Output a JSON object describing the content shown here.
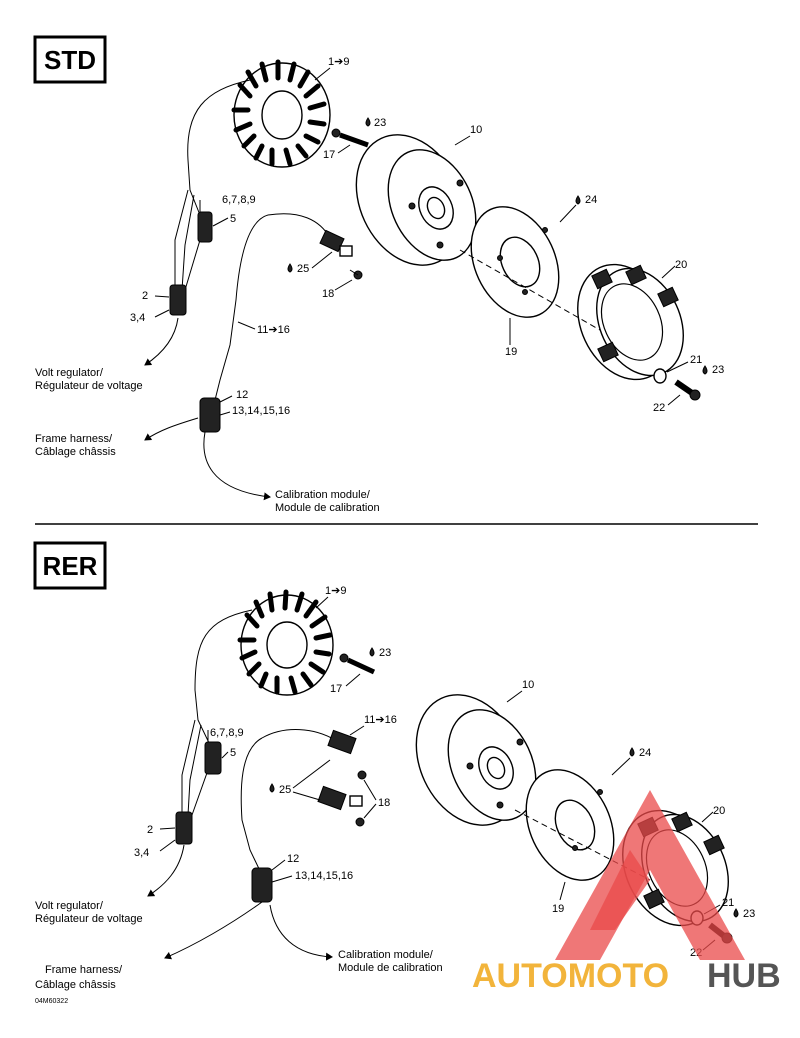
{
  "sections": {
    "std": {
      "tag": "STD",
      "callouts": {
        "c1_9": "1➔9",
        "c23a": "23",
        "c17": "17",
        "c10": "10",
        "c24": "24",
        "c6789": "6,7,8,9",
        "c5": "5",
        "c25": "25",
        "c18": "18",
        "c20": "20",
        "c2": "2",
        "c34": "3,4",
        "c11_16": "11➔16",
        "c19": "19",
        "c21": "21",
        "c23b": "23",
        "c22": "22",
        "c12": "12",
        "c13_16": "13,14,15,16"
      },
      "notes": {
        "volt_1": "Volt regulator/",
        "volt_2": "Régulateur de voltage",
        "frame_1": "Frame harness/",
        "frame_2": "Câblage châssis",
        "calib_1": "Calibration module/",
        "calib_2": "Module de calibration"
      }
    },
    "rer": {
      "tag": "RER",
      "callouts": {
        "c1_9": "1➔9",
        "c23a": "23",
        "c17": "17",
        "c10": "10",
        "c6789": "6,7,8,9",
        "c5": "5",
        "c11_16": "11➔16",
        "c24": "24",
        "c25": "25",
        "c18": "18",
        "c20": "20",
        "c2": "2",
        "c34": "3,4",
        "c12": "12",
        "c13_16": "13,14,15,16",
        "c19": "19",
        "c21": "21",
        "c23b": "23",
        "c22": "22"
      },
      "notes": {
        "volt_1": "Volt regulator/",
        "volt_2": "Régulateur de voltage",
        "frame_1": "Frame harness/",
        "frame_2": "Câblage châssis",
        "calib_1": "Calibration module/",
        "calib_2": "Module de calibration"
      }
    }
  },
  "figure_code": "04M60322",
  "watermark": {
    "part1": "AUTOMOTO",
    "part2": "HUB",
    "color1": "#f2b43b",
    "color2": "#555555",
    "triangle_color": "#ea4a4a"
  },
  "icons": [
    "stator-icon",
    "flywheel-icon",
    "trigger-wheel-icon",
    "starter-ring-gear-icon",
    "bolt-icon",
    "sensor-icon",
    "connector-icon",
    "oil-drop-icon",
    "arrow-icon"
  ]
}
